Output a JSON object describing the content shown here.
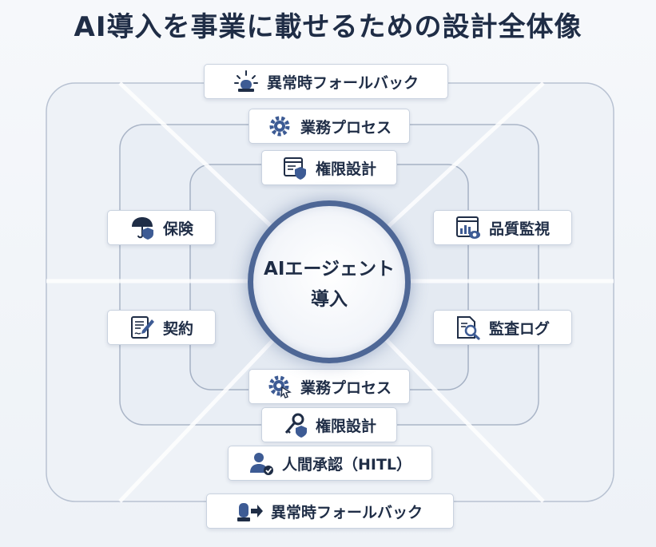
{
  "title": "AI導入を事業に載せるための設計全体像",
  "center": {
    "line1": "AIエージェント",
    "line2": "導入"
  },
  "labels": {
    "fallback_top": {
      "text": "異常時フォールバック",
      "icon": "siren-icon"
    },
    "process_top": {
      "text": "業務プロセス",
      "icon": "gear-icon"
    },
    "permission_top": {
      "text": "権限設計",
      "icon": "document-shield-icon"
    },
    "insurance": {
      "text": "保険",
      "icon": "umbrella-shield-icon"
    },
    "quality_monitoring": {
      "text": "品質監視",
      "icon": "chart-eye-icon"
    },
    "contract": {
      "text": "契約",
      "icon": "contract-pen-icon"
    },
    "audit_log": {
      "text": "監査ログ",
      "icon": "document-magnifier-icon"
    },
    "process_bottom": {
      "text": "業務プロセス",
      "icon": "gear-cursor-icon"
    },
    "permission_bottom": {
      "text": "権限設計",
      "icon": "key-shield-icon"
    },
    "hitl": {
      "text": "人間承認（HITL）",
      "icon": "person-check-icon"
    },
    "fallback_bottom": {
      "text": "異常時フォールバック",
      "icon": "siren-arrow-icon"
    }
  },
  "colors": {
    "navy": "#1f2d46",
    "accent_blue": "#4e6796",
    "frame_line": "#b8c2d2",
    "background": "#f3f6fa"
  }
}
